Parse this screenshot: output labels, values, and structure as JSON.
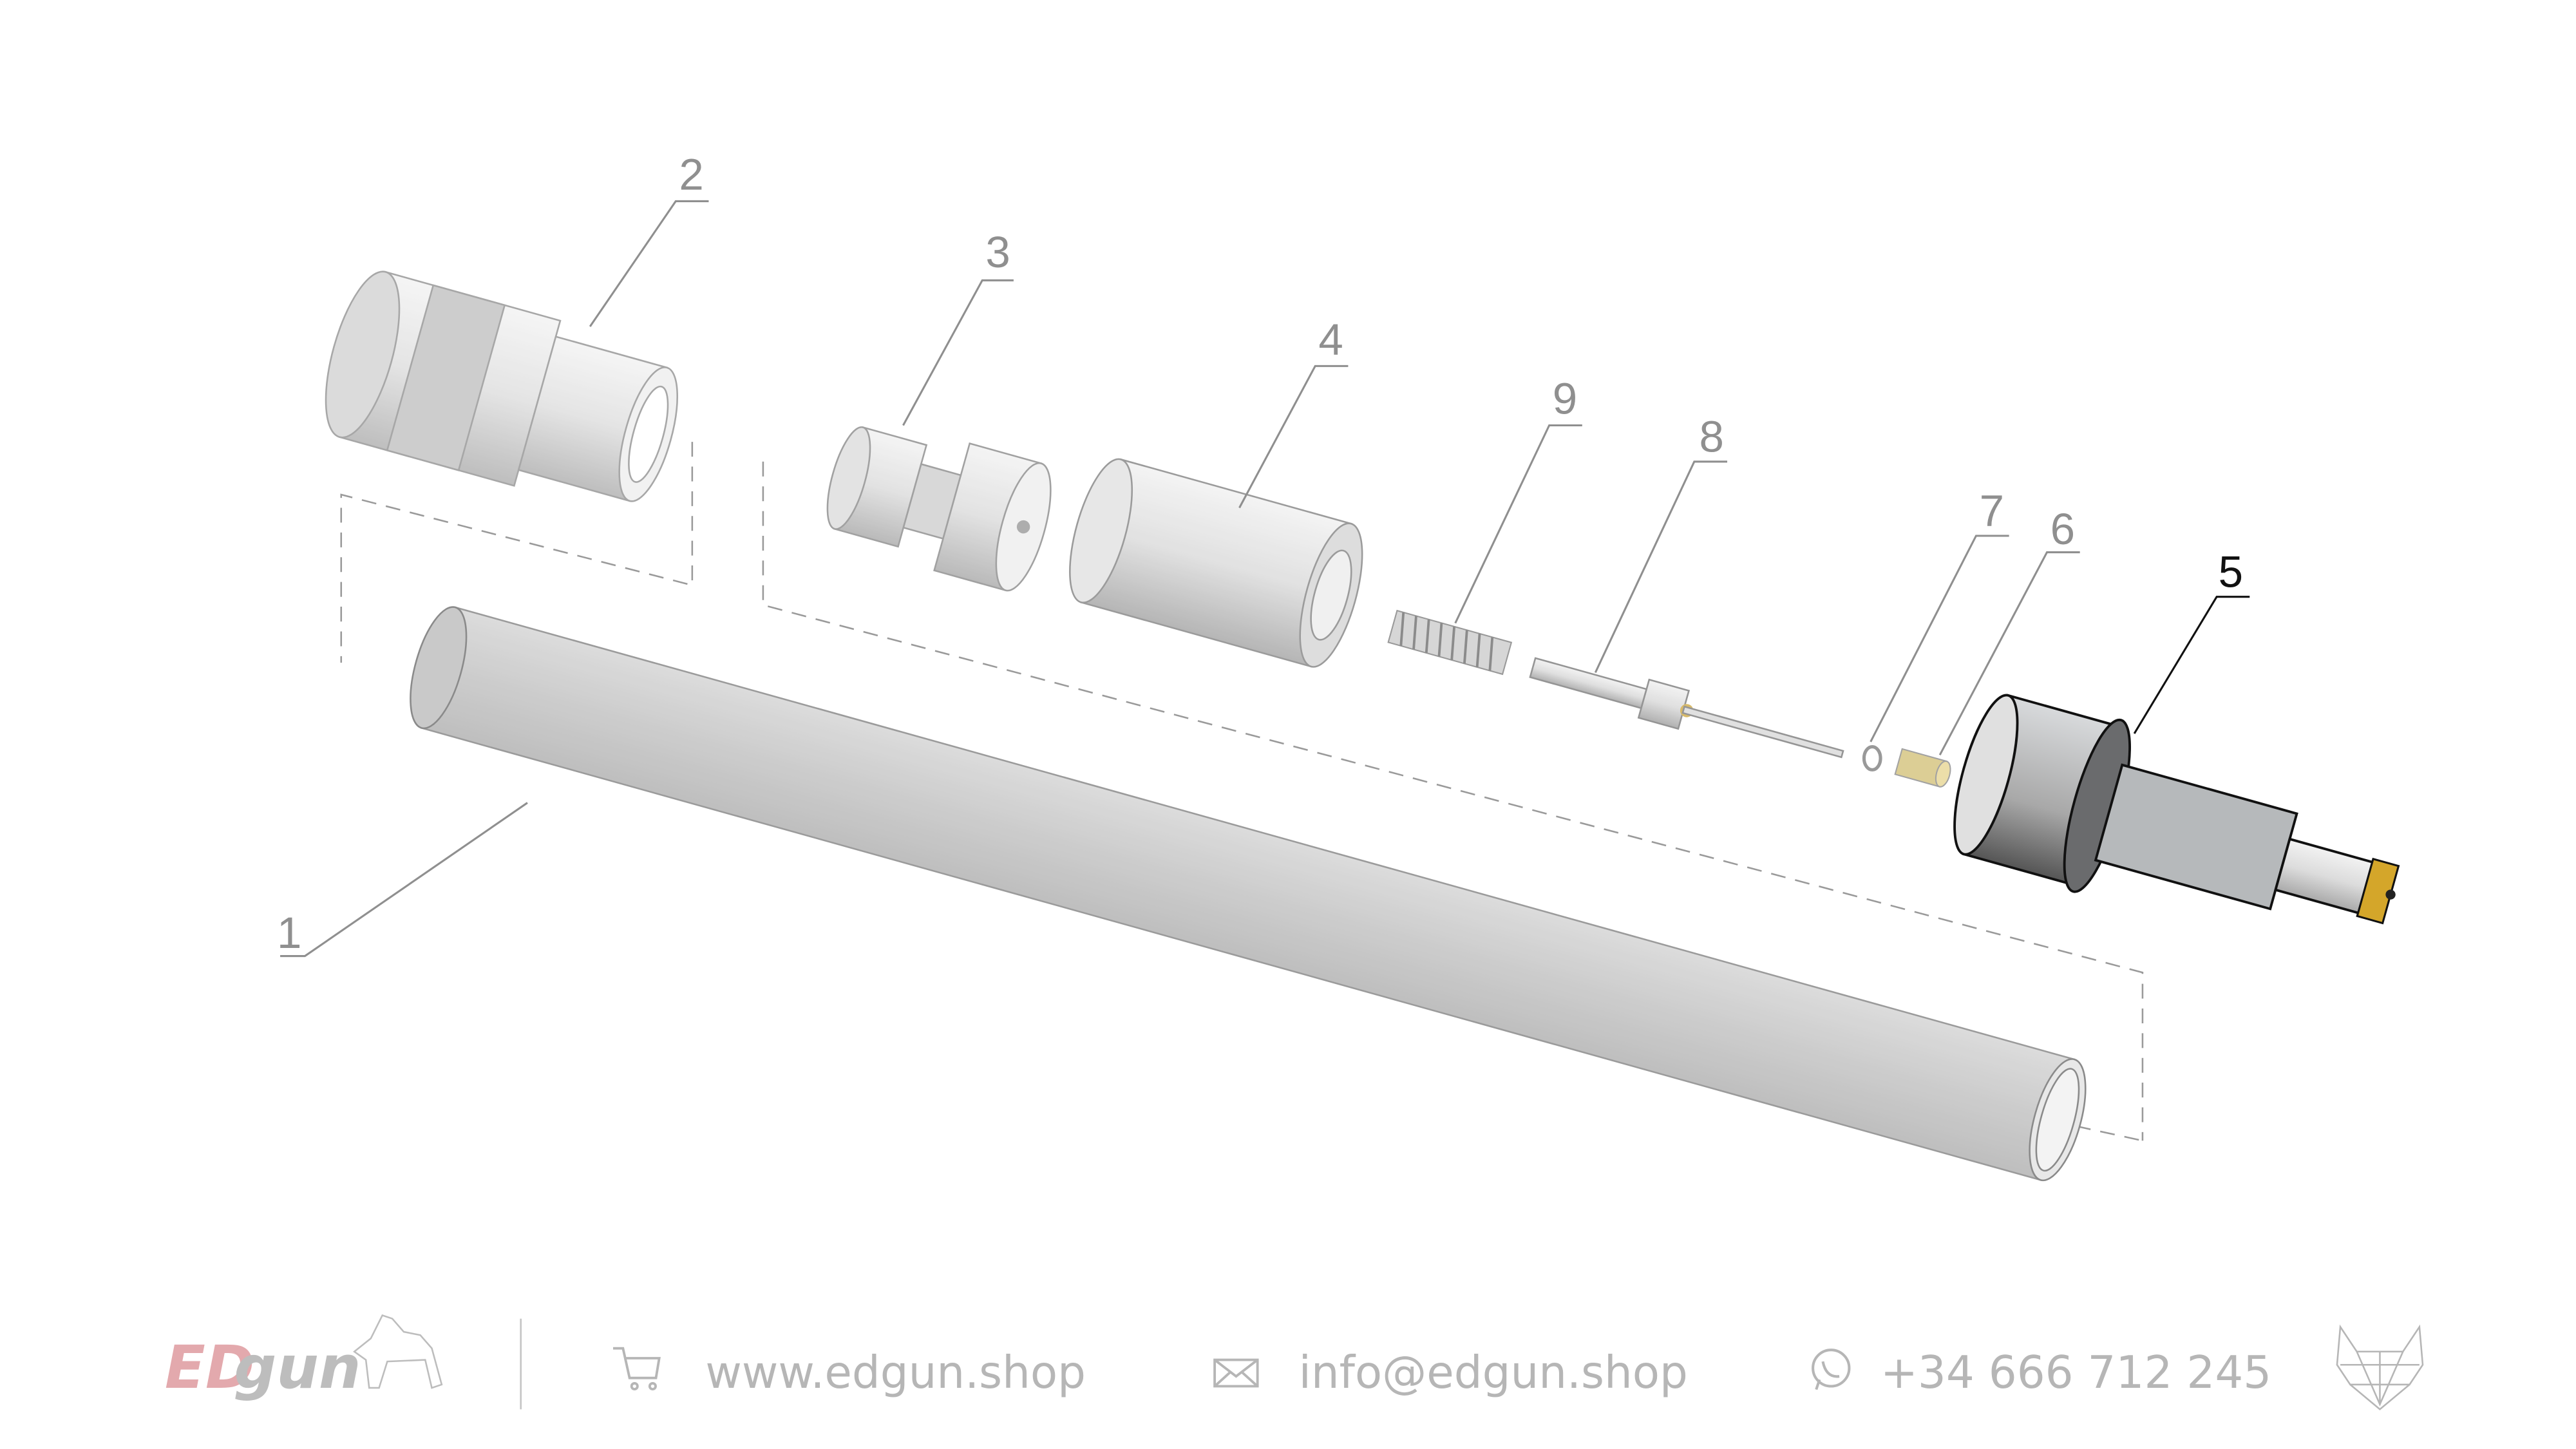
{
  "callouts": [
    {
      "number": "1"
    },
    {
      "number": "2"
    },
    {
      "number": "3"
    },
    {
      "number": "4"
    },
    {
      "number": "5"
    },
    {
      "number": "6"
    },
    {
      "number": "7"
    },
    {
      "number": "8"
    },
    {
      "number": "9"
    }
  ],
  "highlighted_callout": "5",
  "footer": {
    "logo_text": "EDgun",
    "website": "www.edgun.shop",
    "email": "info@edgun.shop",
    "phone": "+34 666 712 245",
    "icons": [
      "cart-icon",
      "mail-icon",
      "whatsapp-icon",
      "wolf-logo-icon"
    ]
  },
  "colors": {
    "brand_red": "#e3a9ad",
    "footer_gray": "#b6b6b6",
    "brass": "#d4a62a",
    "highlight": "#111111"
  }
}
